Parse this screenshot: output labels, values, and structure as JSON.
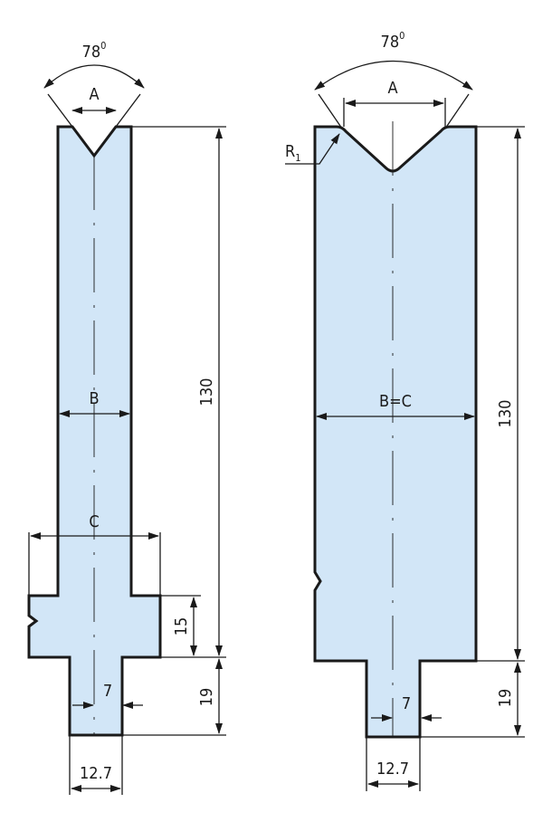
{
  "colors": {
    "body_fill": "#d2e6f7",
    "outline": "#1a1a1a",
    "background": "#ffffff"
  },
  "left_die": {
    "angle_label": "78",
    "angle_sup": "0",
    "width_top_label": "A",
    "width_body_label": "B",
    "width_base_label": "C",
    "height_label": "130",
    "shoulder_height_label": "15",
    "tang_height_label": "19",
    "tang_offset_label": "7",
    "tang_width_label": "12.7"
  },
  "right_die": {
    "angle_label": "78",
    "angle_sup": "0",
    "width_top_label": "A",
    "width_body_label": "B=C",
    "radius_label": "R",
    "radius_sub": "1",
    "height_label": "130",
    "tang_height_label": "19",
    "tang_offset_label": "7",
    "tang_width_label": "12.7"
  }
}
